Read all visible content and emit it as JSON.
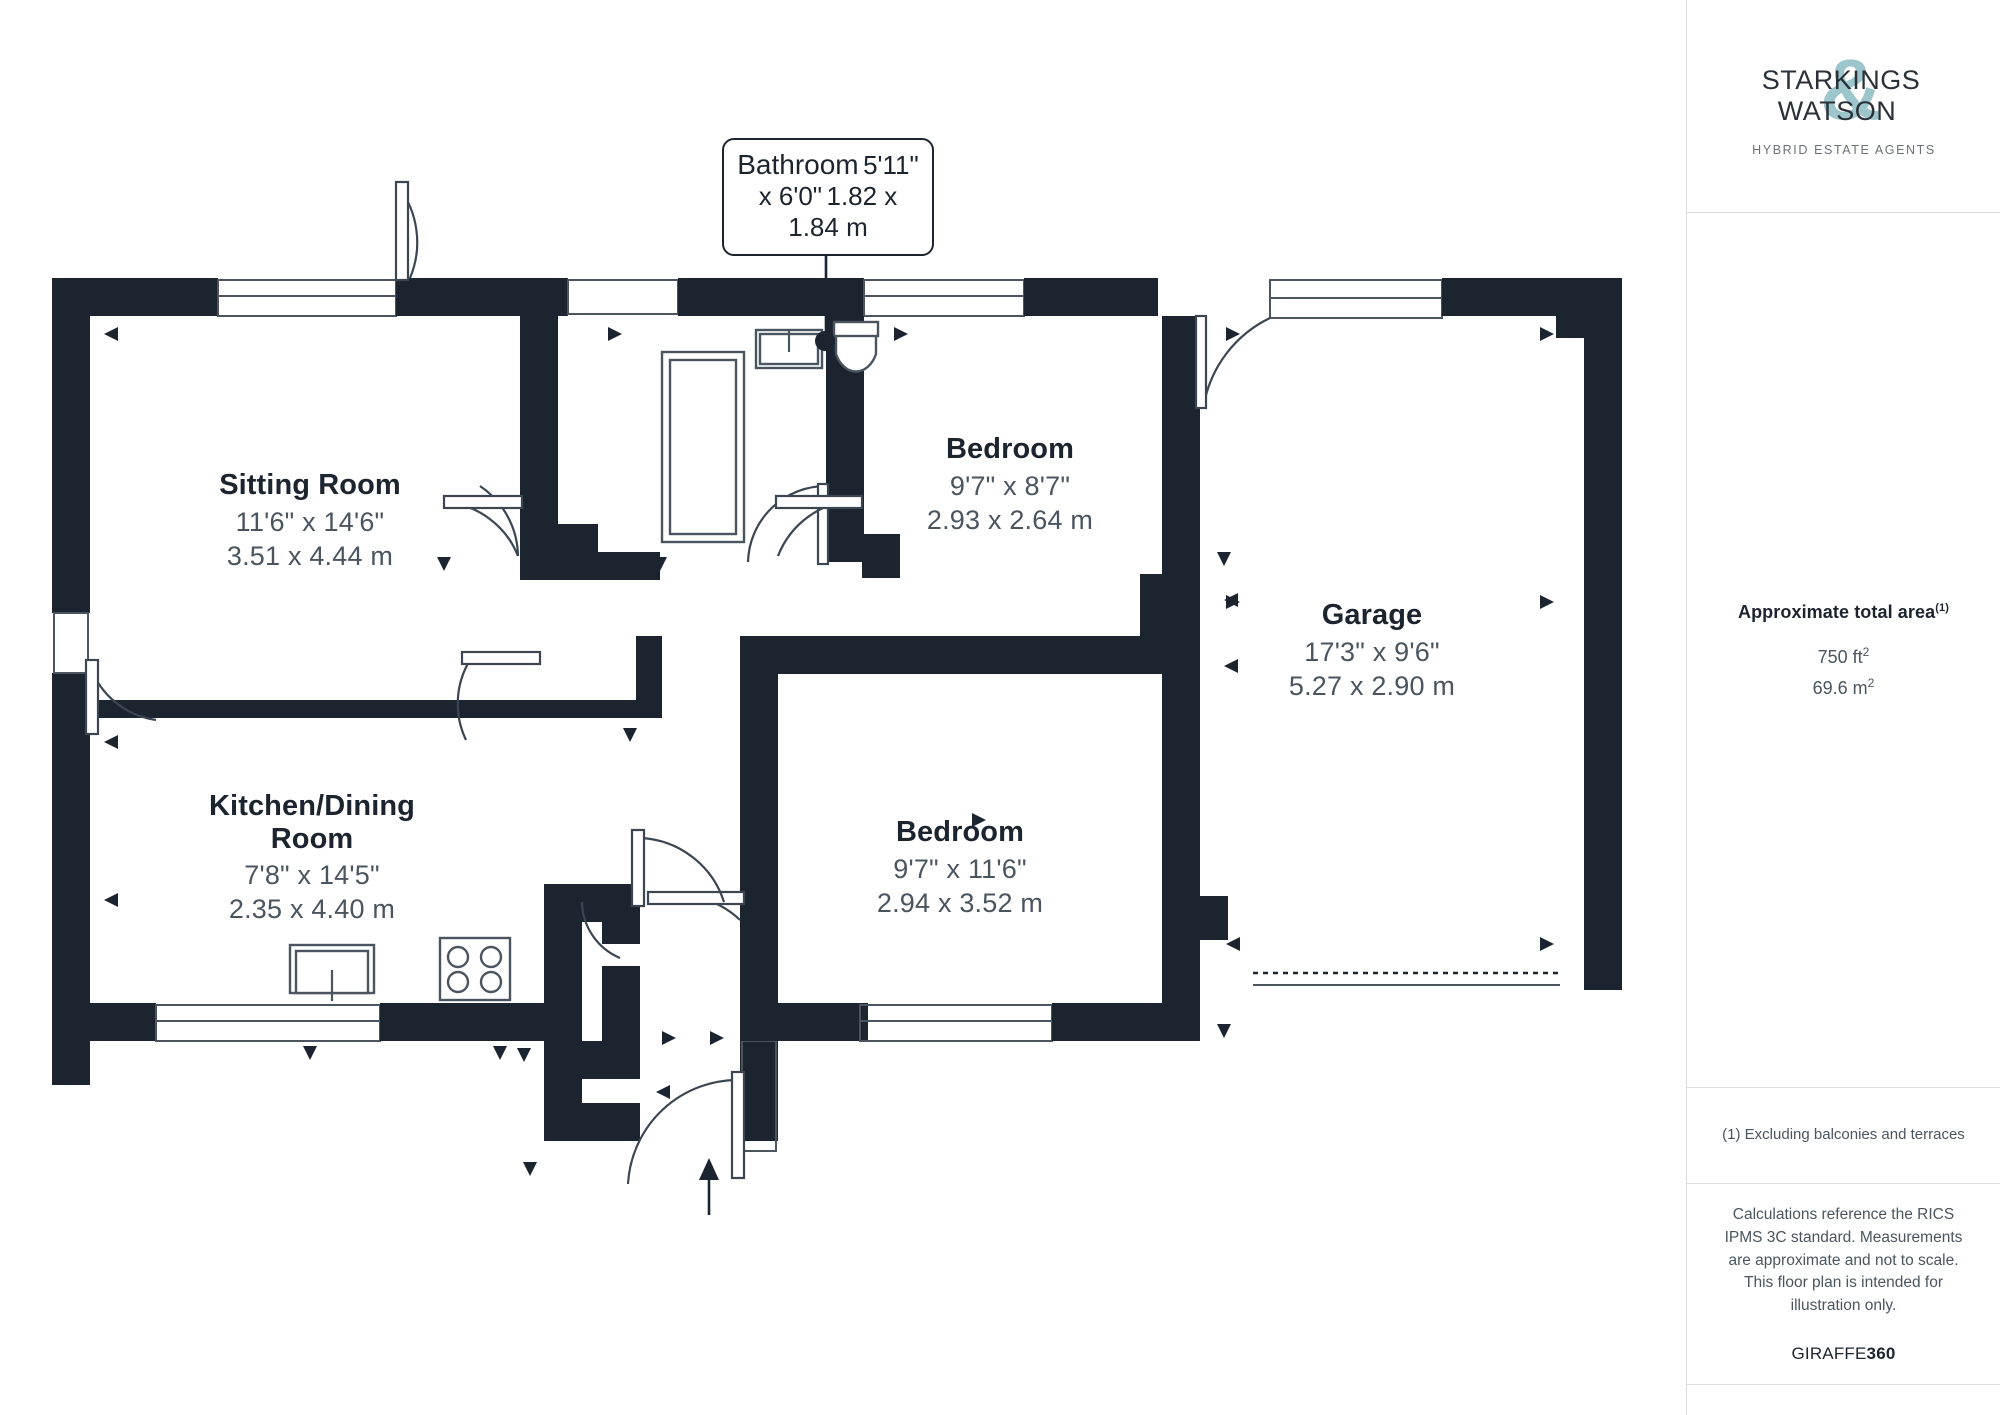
{
  "plan": {
    "rooms": [
      {
        "id": "sitting-room",
        "name": "Sitting Room",
        "imperial": "11'6\" x 14'6\"",
        "metric": "3.51 x 4.44 m"
      },
      {
        "id": "kitchen-dining-room",
        "name": "Kitchen/Dining Room",
        "imperial": "7'8\" x 14'5\"",
        "metric": "2.35 x 4.40 m"
      },
      {
        "id": "bathroom",
        "name": "Bathroom",
        "imperial": "5'11\" x 6'0\"",
        "metric": "1.82 x 1.84 m"
      },
      {
        "id": "bedroom-1",
        "name": "Bedroom",
        "imperial": "9'7\" x 8'7\"",
        "metric": "2.93 x 2.64 m"
      },
      {
        "id": "bedroom-2",
        "name": "Bedroom",
        "imperial": "9'7\" x 11'6\"",
        "metric": "2.94 x 3.52 m"
      },
      {
        "id": "garage",
        "name": "Garage",
        "imperial": "17'3\" x 9'6\"",
        "metric": "5.27 x 2.90 m"
      }
    ],
    "fixtures": [
      "bathtub-icon",
      "sink-icon",
      "toilet-icon",
      "kitchen-sink-icon",
      "hob-icon"
    ],
    "north_arrow": "north-arrow-icon",
    "colors": {
      "wall": "#1c2430",
      "label_primary": "#1c2430",
      "label_secondary": "#4a5560",
      "background": "#ffffff",
      "divider": "#dcdee0"
    }
  },
  "sidebar": {
    "logo": {
      "line1": "STARKINGS",
      "line2": "WATSON",
      "ampersand": "&",
      "tagline": "HYBRID ESTATE AGENTS",
      "accent_color": "#9cc6cb",
      "text_color": "#2b3138"
    },
    "area": {
      "title": "Approximate total area",
      "title_superscript": "(1)",
      "imperial_value": "750 ft",
      "imperial_superscript": "2",
      "metric_value": "69.6 m",
      "metric_superscript": "2"
    },
    "footnote": "(1) Excluding balconies and terraces",
    "disclaimer": "Calculations reference the RICS IPMS 3C standard. Measurements are approximate and not to scale. This floor plan is intended for illustration only.",
    "brand": {
      "name": "GIRAFFE",
      "suffix": "360"
    }
  }
}
